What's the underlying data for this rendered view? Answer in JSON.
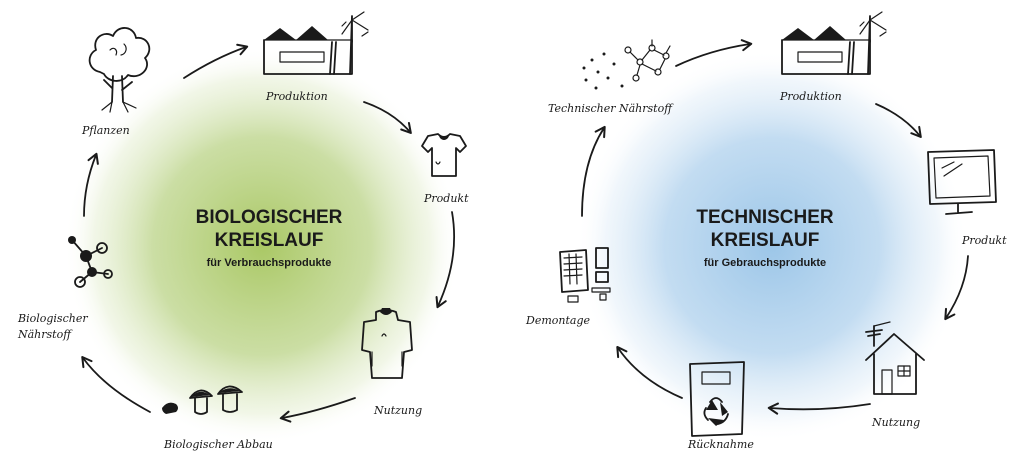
{
  "colors": {
    "bio_glow": "#b6d07a",
    "tech_glow": "#a9cdea",
    "ink": "#1a1a1a"
  },
  "bio": {
    "title_line1": "BIOLOGISCHER",
    "title_line2": "KREISLAUF",
    "subtitle": "für Verbrauchsprodukte",
    "nodes": {
      "pflanzen": "Pflanzen",
      "produktion": "Produktion",
      "produkt": "Produkt",
      "nutzung": "Nutzung",
      "abbau": "Biologischer Abbau",
      "naehrstoff_line1": "Biologischer",
      "naehrstoff_line2": "Nährstoff"
    },
    "icons": [
      "tree-icon",
      "factory-icon",
      "tshirt-icon",
      "shirt-worn-icon",
      "mushroom-icon",
      "molecule-icon"
    ]
  },
  "tech": {
    "title_line1": "TECHNISCHER",
    "title_line2": "KREISLAUF",
    "subtitle": "für Gebrauchsprodukte",
    "nodes": {
      "naehrstoff": "Technischer Nährstoff",
      "produktion": "Produktion",
      "produkt": "Produkt",
      "nutzung": "Nutzung",
      "ruecknahme": "Rücknahme",
      "demontage": "Demontage"
    },
    "icons": [
      "particles-icon",
      "factory-icon",
      "monitor-icon",
      "house-icon",
      "recycling-bin-icon",
      "disassembly-icon"
    ]
  }
}
